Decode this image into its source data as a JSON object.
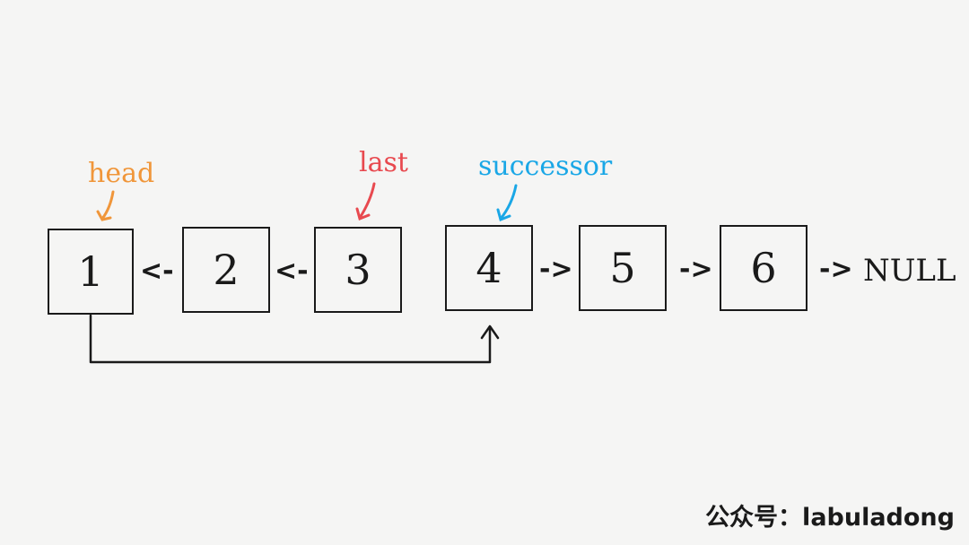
{
  "nodes": [
    "1",
    "2",
    "3",
    "4",
    "5",
    "6"
  ],
  "links": {
    "back_1": "<-",
    "back_2": "<-",
    "fwd_1": "->",
    "fwd_2": "->",
    "fwd_3": "->"
  },
  "null_label": "NULL",
  "pointers": {
    "head": {
      "label": "head",
      "color": "#f0963a"
    },
    "last": {
      "label": "last",
      "color": "#e8494f"
    },
    "successor": {
      "label": "successor",
      "color": "#1aa7e6"
    }
  },
  "watermark": "公众号：labuladong"
}
